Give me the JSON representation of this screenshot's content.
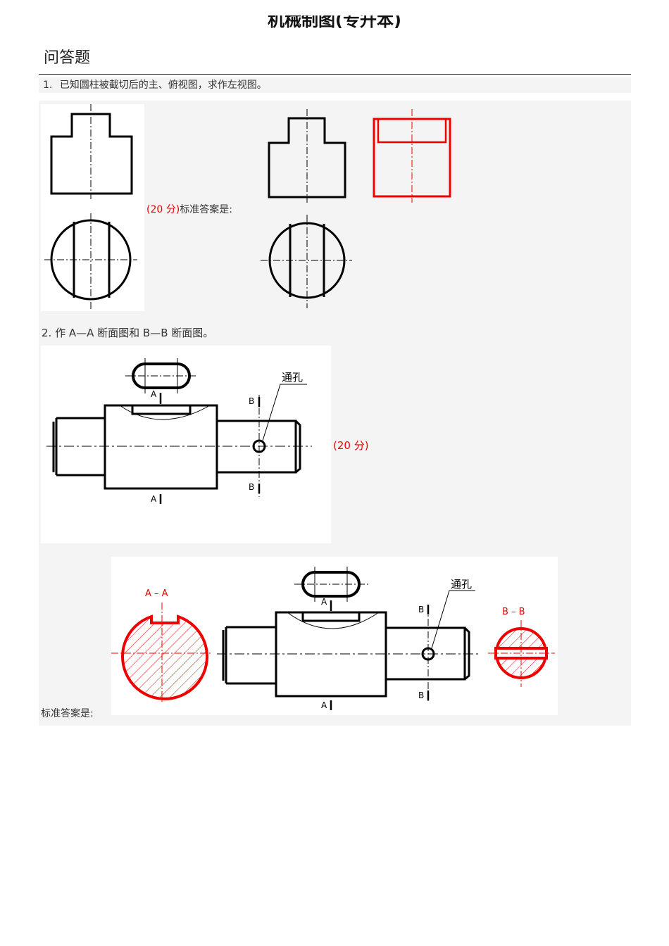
{
  "document": {
    "title": "机械制图(专升本)",
    "section": "问答题"
  },
  "questions": [
    {
      "number": "1.",
      "text": "已知圆柱被截切后的主、俯视图，求作左视图。",
      "score": "(20 分)",
      "answer_label": "标准答案是:"
    },
    {
      "number": "2.",
      "text": "作 A—A 断面图和 B—B 断面图。",
      "score": "(20 分)",
      "answer_label": "标准答案是:"
    }
  ],
  "drawing_labels": {
    "through_hole": "通孔",
    "a": "A",
    "b": "B",
    "section_aa": "A – A",
    "section_bb": "B – B"
  },
  "colors": {
    "answer": "#e00000",
    "panel": "#f4f4f4"
  }
}
